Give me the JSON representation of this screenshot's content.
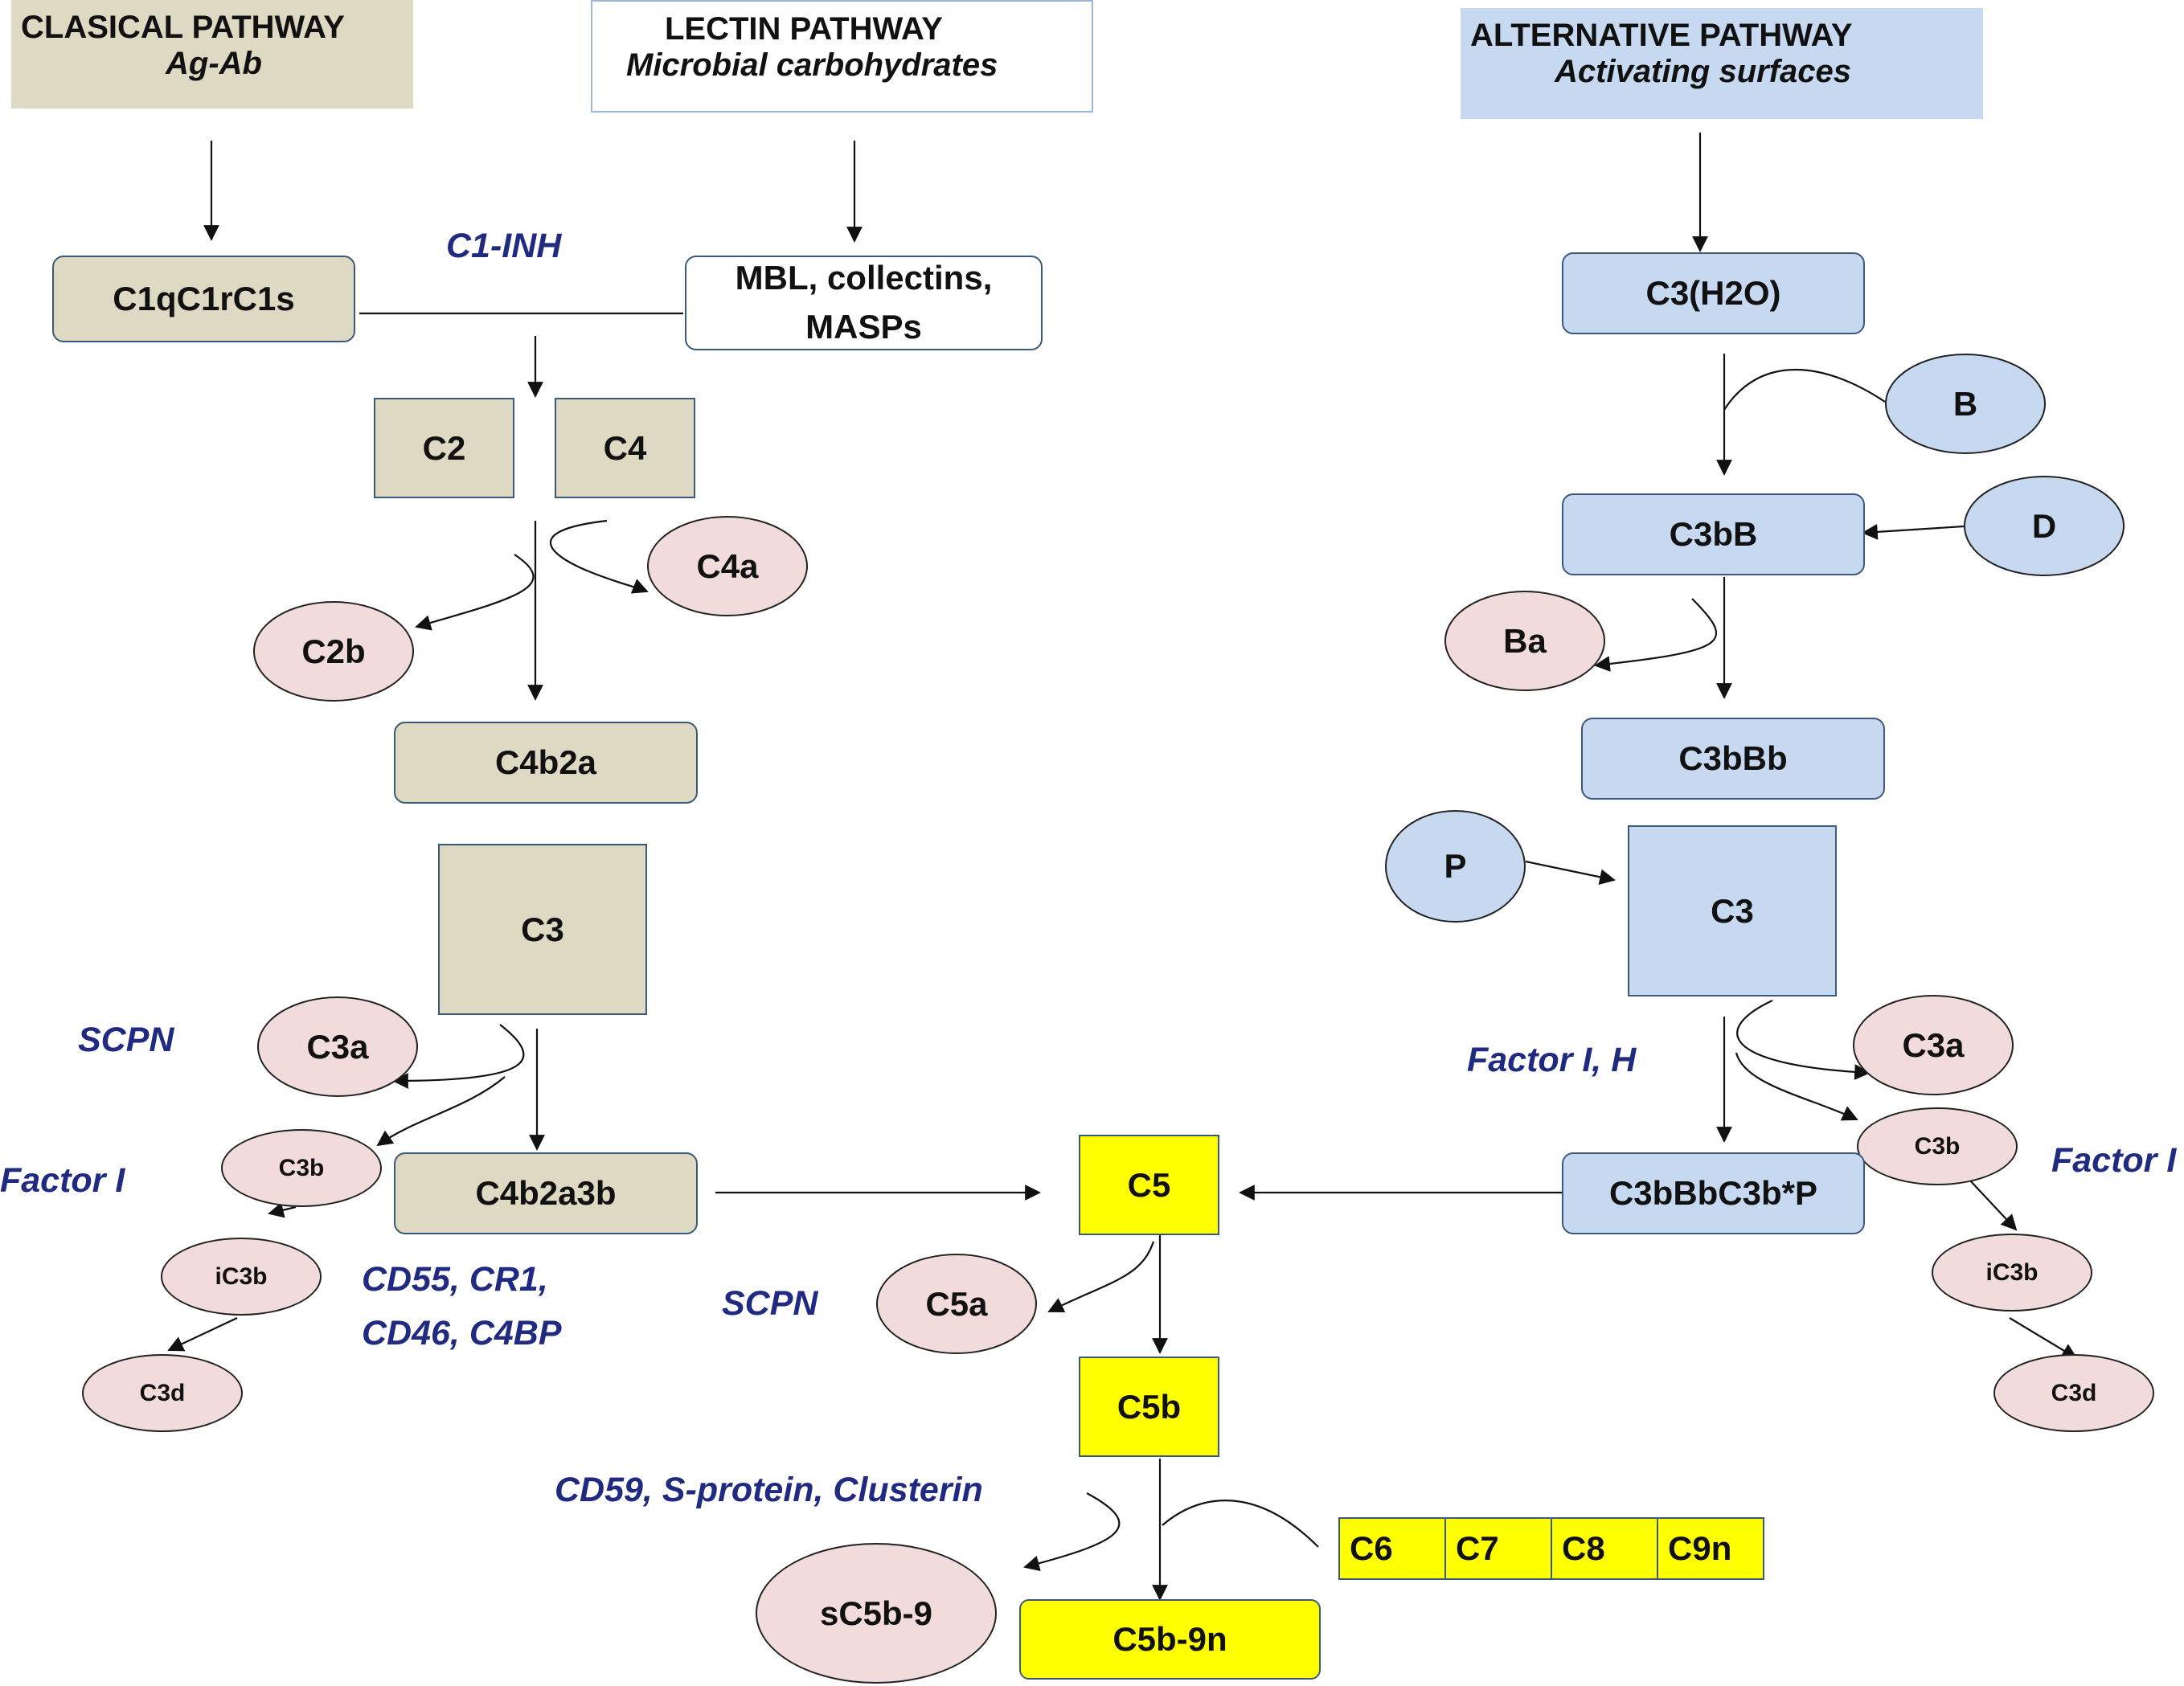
{
  "headers": {
    "classical": {
      "title": "CLASICAL PATHWAY",
      "subtitle": "Ag-Ab"
    },
    "lectin": {
      "title": "LECTIN PATHWAY",
      "subtitle": "Microbial carbohydrates"
    },
    "alternative": {
      "title": "ALTERNATIVE PATHWAY",
      "subtitle": "Activating surfaces"
    }
  },
  "nodes": {
    "c1q": "C1qC1rC1s",
    "mbl_line1": "MBL, collectins,",
    "mbl_line2": "MASPs",
    "c2": "C2",
    "c4": "C4",
    "c4a": "C4a",
    "c2b": "C2b",
    "c4b2a": "C4b2a",
    "c3_left": "C3",
    "c3a_left": "C3a",
    "c3b_left": "C3b",
    "ic3b_left": "iC3b",
    "c3d_left": "C3d",
    "c4b2a3b": "C4b2a3b",
    "c3h2o": "C3(H2O)",
    "b": "B",
    "c3bb": "C3bB",
    "d": "D",
    "ba": "Ba",
    "c3bbb": "C3bBb",
    "p": "P",
    "c3_right": "C3",
    "c3a_right": "C3a",
    "c3b_right": "C3b",
    "ic3b_right": "iC3b",
    "c3d_right": "C3d",
    "c3bbbc3bp": "C3bBbC3b*P",
    "c5": "C5",
    "c5a": "C5a",
    "c5b": "C5b",
    "sc5b9": "sC5b-9",
    "c5b9n": "C5b-9n",
    "c_row": [
      "C6",
      "C7",
      "C8",
      "C9n"
    ]
  },
  "inhibitors": {
    "c1inh": "C1-INH",
    "scpn_left": "SCPN",
    "factor_i_left": "Factor I",
    "cd55_line1": "CD55, CR1,",
    "cd55_line2": "CD46, C4BP",
    "scpn_mid": "SCPN",
    "factor_ih": "Factor I, H",
    "factor_i_right": "Factor I",
    "cd59": "CD59, S-protein, Clusterin"
  },
  "colors": {
    "classical_fill": "#ddd9c3",
    "alternative_fill": "#c6d9f1",
    "cleavage_fill": "#f2dcdb",
    "terminal_fill": "#ffff00",
    "inhibitor_text": "#1f2a80"
  }
}
